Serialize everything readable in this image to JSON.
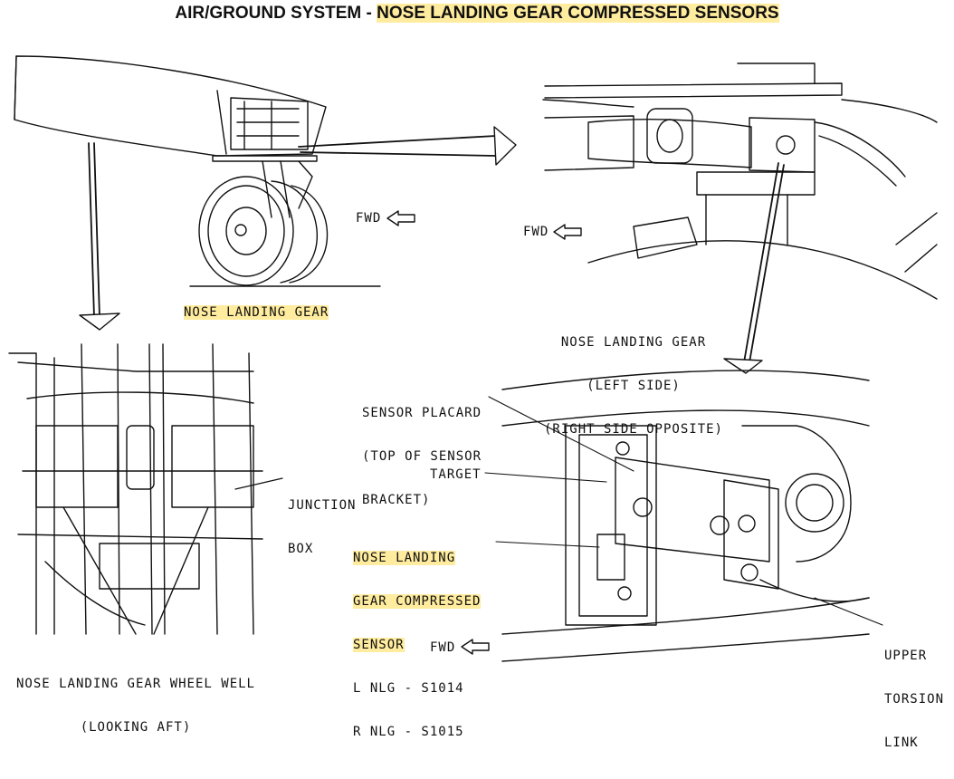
{
  "title": {
    "prefix": "AIR/GROUND SYSTEM - ",
    "highlight": "NOSE LANDING GEAR COMPRESSED SENSORS"
  },
  "labels": {
    "fwd": "FWD",
    "nose_gear": "NOSE LANDING GEAR",
    "left_side_1": "NOSE LANDING GEAR",
    "left_side_2": "(LEFT SIDE)",
    "left_side_3": "(RIGHT SIDE OPPOSITE)",
    "wheel_well_1": "NOSE LANDING GEAR WHEEL WELL",
    "wheel_well_2": "(LOOKING AFT)",
    "junction_1": "JUNCTION",
    "junction_2": "BOX",
    "placard_1": "SENSOR PLACARD",
    "placard_2": "(TOP OF SENSOR",
    "placard_3": "BRACKET)",
    "target": "TARGET",
    "sensor_1": "NOSE LANDING",
    "sensor_2": "GEAR COMPRESSED",
    "sensor_3": "SENSOR",
    "sensor_l": "L NLG - S1014",
    "sensor_r": "R NLG - S1015",
    "torsion_1": "UPPER",
    "torsion_2": "TORSION",
    "torsion_3": "LINK"
  },
  "colors": {
    "highlight": "#ffec9e",
    "line": "#111111"
  }
}
